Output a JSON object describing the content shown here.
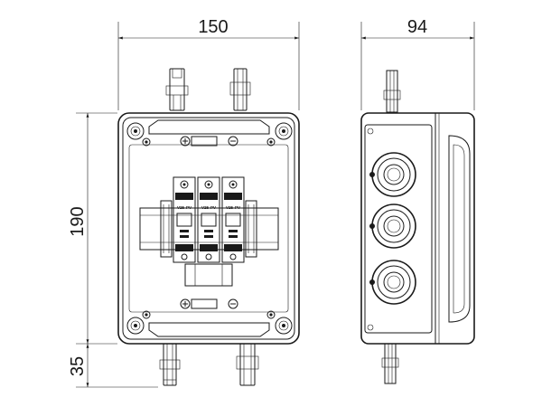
{
  "dimensions": {
    "front_width": "150",
    "side_depth": "94",
    "height": "190",
    "connector_length": "35"
  },
  "device_labels": {
    "spd_label": "V25",
    "pv_label": "PV"
  }
}
